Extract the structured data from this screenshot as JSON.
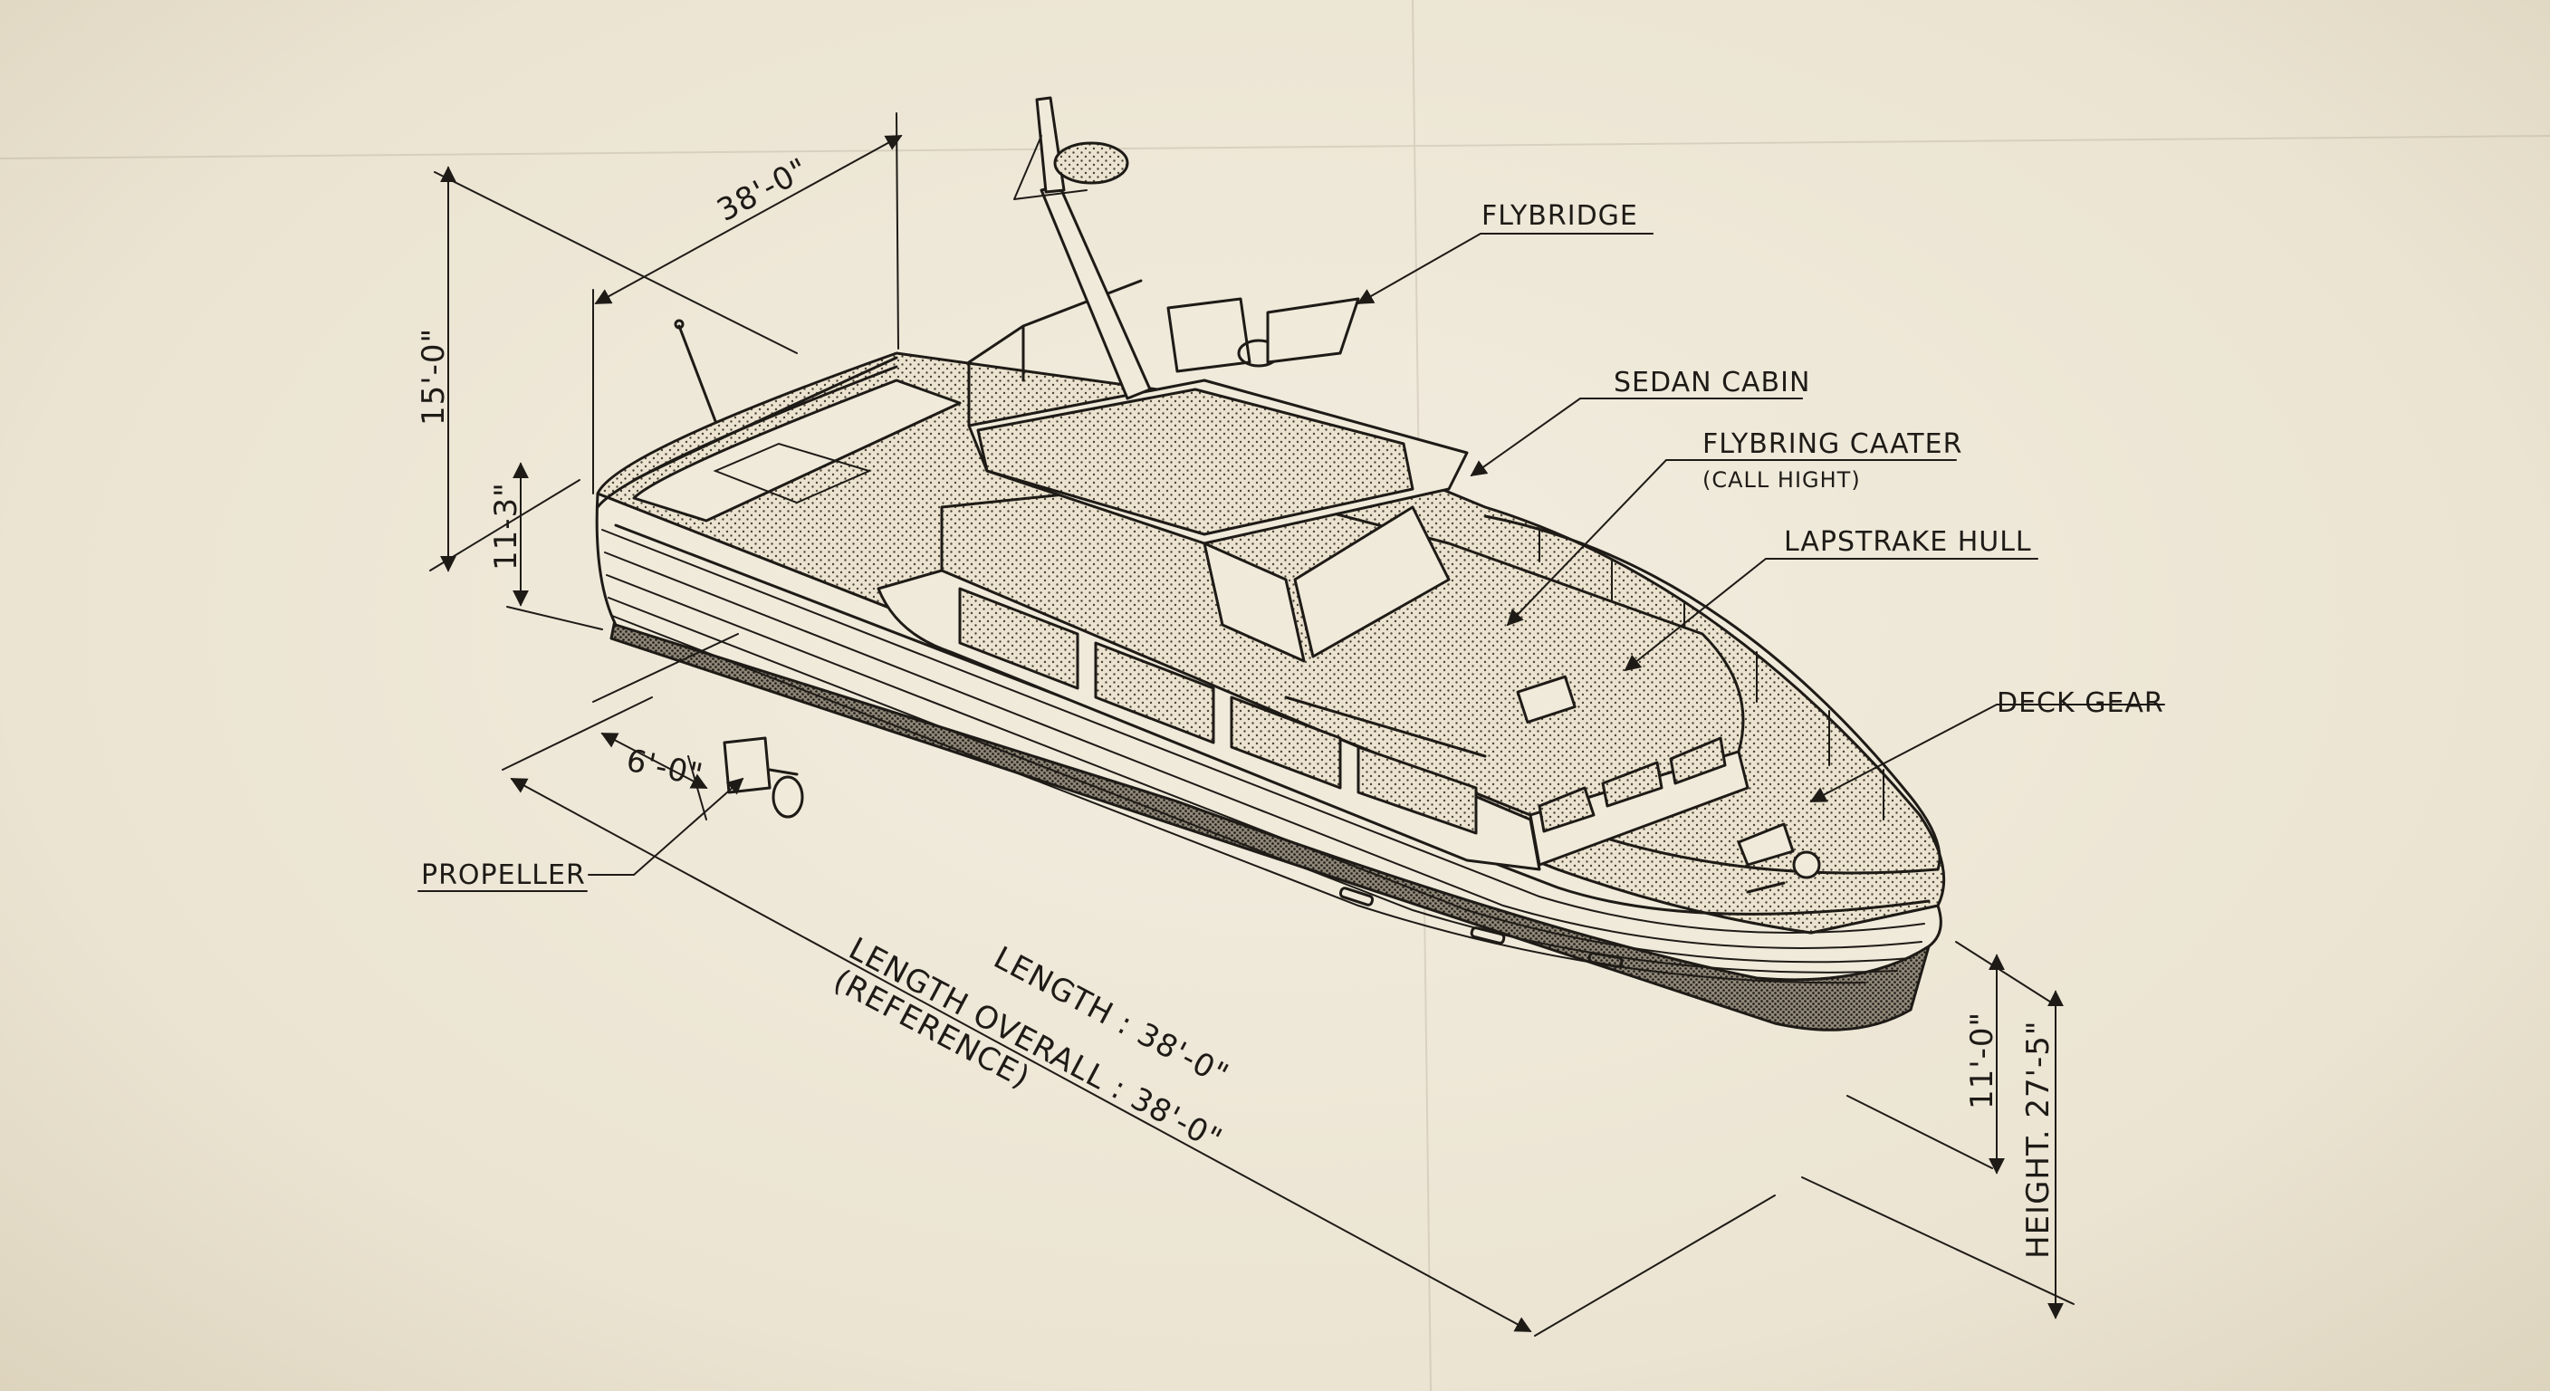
{
  "labels": {
    "flybridge": "FLYBRIDGE",
    "sedan_cabin": "SEDAN CABIN",
    "flybring_caater": "FLYBRING CAATER",
    "call_hight": "(CALL HIGHT)",
    "lapstrake_hull": "LAPSTRAKE HULL",
    "deck_gear": "DECK GEAR",
    "propeller": "PROPELLER"
  },
  "dimensions": {
    "top_length": "38'-0\"",
    "total_height": "15'-0\"",
    "stern_height": "11-3\"",
    "stern_draft": "6'-0\"",
    "length": "LENGTH : 38'-0\"",
    "length_overall": "LENGTH OVERALL : 38'-0\"",
    "reference": "(REFERENCE)",
    "bow_height": "11'-0\"",
    "height": "HEIGHT. 27'-5\""
  },
  "colors": {
    "paper": "#f0eadb",
    "ink": "#1e1b17"
  }
}
